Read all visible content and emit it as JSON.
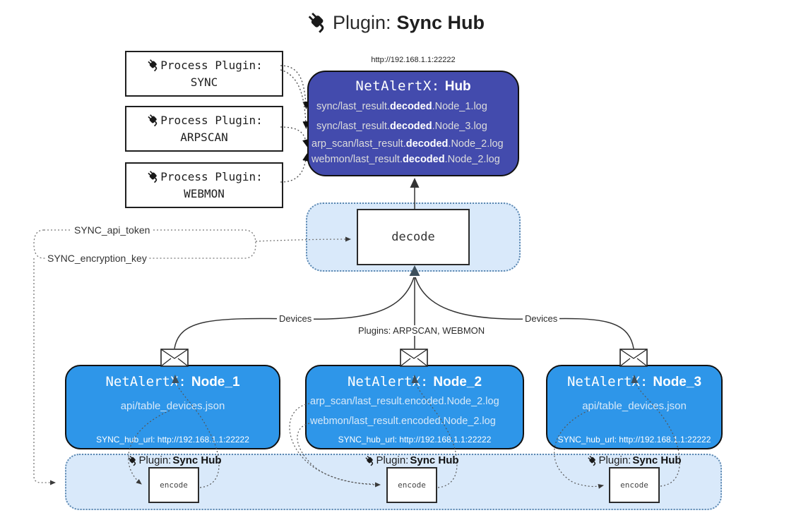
{
  "title": {
    "icon": "plug-icon",
    "prefix": "Plugin:",
    "bold": "Sync Hub"
  },
  "process_plugins": [
    {
      "label": "Process Plugin:",
      "name": "SYNC"
    },
    {
      "label": "Process Plugin:",
      "name": "ARPSCAN"
    },
    {
      "label": "Process Plugin:",
      "name": "WEBMON"
    }
  ],
  "hub": {
    "url": "http://192.168.1.1:22222",
    "title_prefix": "NetAlertX:",
    "title_bold": "Hub",
    "lines": [
      {
        "prefix": "sync/last_result.",
        "bold": "decoded",
        "suffix": ".Node_1.log"
      },
      {
        "prefix": "sync/last_result.",
        "bold": "decoded",
        "suffix": ".Node_3.log"
      },
      {
        "prefix": "arp_scan/last_result.",
        "bold": "decoded",
        "suffix": ".Node_2.log"
      },
      {
        "prefix": "webmon/last_result.",
        "bold": "decoded",
        "suffix": ".Node_2.log"
      }
    ]
  },
  "decode_label": "decode",
  "encode_label": "encode",
  "secrets": {
    "api_token": "SYNC_api_token",
    "encryption_key": "SYNC_encryption_key"
  },
  "edge_labels": {
    "left": "Devices",
    "center": "Plugins: ARPSCAN, WEBMON",
    "right": "Devices"
  },
  "nodes": [
    {
      "title_prefix": "NetAlertX:",
      "title_bold": "Node_1",
      "lines": [
        "api/table_devices.json"
      ],
      "footer": "SYNC_hub_url: http://192.168.1.1:22222"
    },
    {
      "title_prefix": "NetAlertX:",
      "title_bold": "Node_2",
      "lines": [
        "arp_scan/last_result.encoded.Node_2.log",
        "webmon/last_result.encoded.Node_2.log"
      ],
      "footer": "SYNC_hub_url: http://192.168.1.1:22222"
    },
    {
      "title_prefix": "NetAlertX:",
      "title_bold": "Node_3",
      "lines": [
        "api/table_devices.json"
      ],
      "footer": "SYNC_hub_url: http://192.168.1.1:22222"
    }
  ],
  "sync_plugin_label": {
    "prefix": "Plugin:",
    "bold": "Sync Hub"
  },
  "colors": {
    "hub_fill": "#434bad",
    "node_fill": "#2e96e9",
    "band_fill": "#d9e9fa",
    "band_border": "#5b87b0",
    "hub_text": "#dcdcdc",
    "node_text": "#d7e9f9"
  }
}
